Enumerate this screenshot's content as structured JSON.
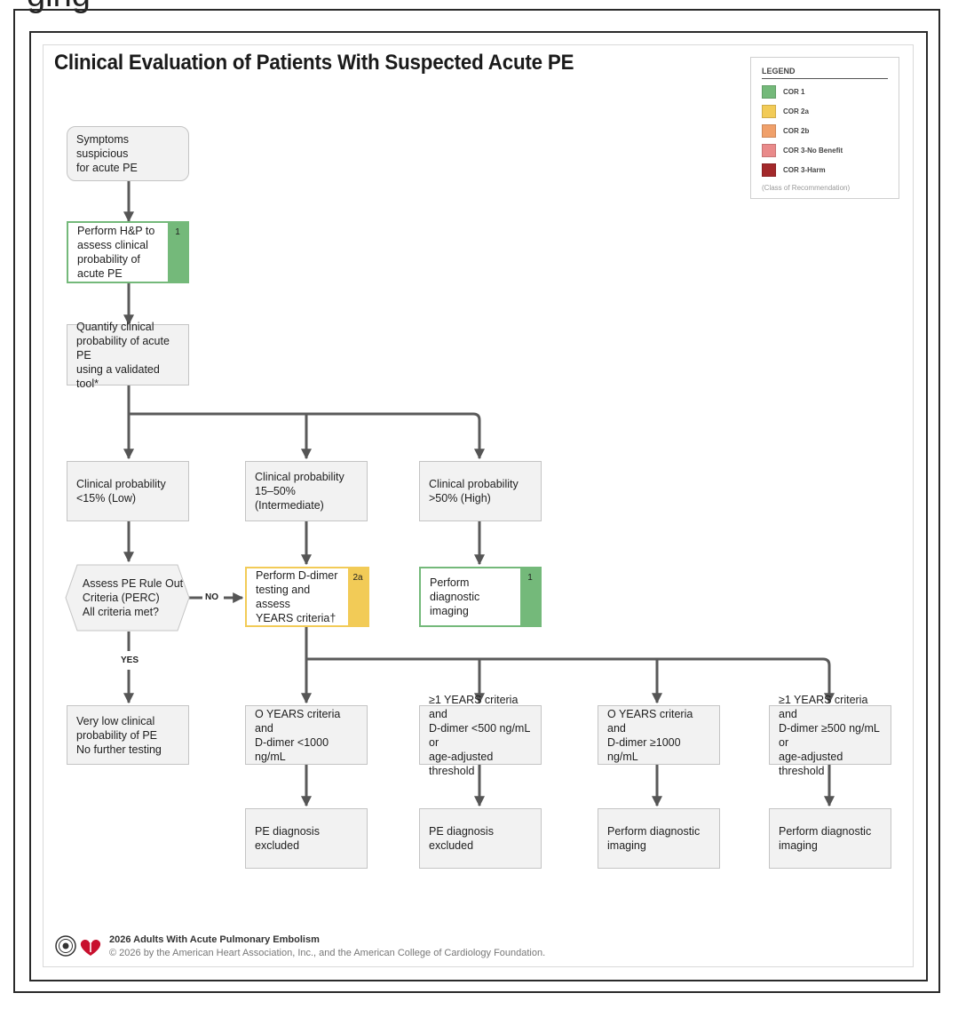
{
  "top_partial_text": "ging",
  "title": "Clinical Evaluation of Patients With Suspected Acute PE",
  "legend": {
    "title": "LEGEND",
    "items": [
      {
        "label": "COR 1",
        "color": "#74b97a"
      },
      {
        "label": "COR 2a",
        "color": "#f2cb57"
      },
      {
        "label": "COR 2b",
        "color": "#f0a06a"
      },
      {
        "label": "COR 3-No Benefit",
        "color": "#e98a8a"
      },
      {
        "label": "COR 3-Harm",
        "color": "#a3292b"
      }
    ],
    "note": "(Class of Recommendation)"
  },
  "nodes": {
    "symptoms": {
      "text": "Symptoms suspicious\nfor acute PE"
    },
    "hp": {
      "text": "Perform H&P to\nassess clinical\nprobability of\nacute PE",
      "cor": "1"
    },
    "quantify": {
      "text": "Quantify clinical\nprobability of acute PE\nusing a validated tool*"
    },
    "low": {
      "text": "Clinical probability\n<15% (Low)"
    },
    "intermediate": {
      "text": "Clinical probability\n15–50% (Intermediate)"
    },
    "high": {
      "text": "Clinical probability\n>50% (High)"
    },
    "perc": {
      "text": "Assess PE Rule Out\nCriteria (PERC)\nAll criteria met?"
    },
    "ddimer": {
      "text": "Perform D-dimer\ntesting and assess\nYEARS criteria†",
      "cor": "2a"
    },
    "imaging_high": {
      "text": "Perform diagnostic\nimaging",
      "cor": "1"
    },
    "very_low": {
      "text": "Very low clinical\nprobability of PE\nNo further testing"
    },
    "years0_lt1000": {
      "text": "O YEARS criteria and\nD-dimer <1000 ng/mL"
    },
    "years1_lt500": {
      "text": "≥1 YEARS criteria and\nD-dimer <500 ng/mL or\nage-adjusted threshold"
    },
    "years0_ge1000": {
      "text": "O YEARS criteria and\nD-dimer ≥1000 ng/mL"
    },
    "years1_ge500": {
      "text": "≥1 YEARS criteria and\nD-dimer ≥500 ng/mL or\nage-adjusted threshold"
    },
    "excluded_1": {
      "text": "PE diagnosis excluded"
    },
    "excluded_2": {
      "text": "PE diagnosis excluded"
    },
    "imaging_3": {
      "text": "Perform diagnostic\nimaging"
    },
    "imaging_4": {
      "text": "Perform diagnostic\nimaging"
    }
  },
  "edge_labels": {
    "no": "NO",
    "yes": "YES"
  },
  "footer": {
    "title": "2026 Adults With Acute Pulmonary Embolism",
    "copyright": "© 2026 by the American Heart Association, Inc., and the American College of Cardiology Foundation."
  }
}
